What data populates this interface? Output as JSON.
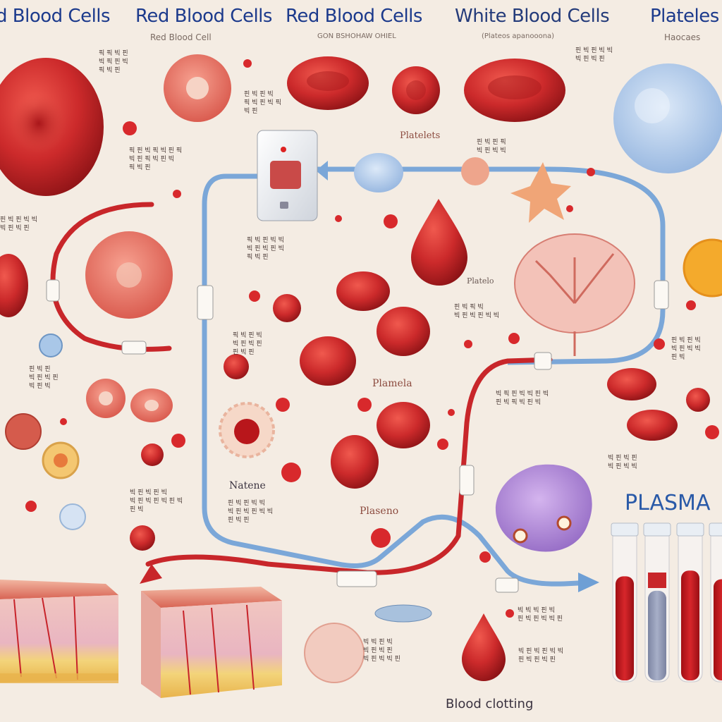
{
  "headers": {
    "h1": "d Blood Cells",
    "h2": "Red Blood Cells",
    "h3": "Red Blood Cells",
    "h4": "White Blood Cells",
    "h5": "Plateles"
  },
  "subheaders": {
    "s2": "Red Blood Cell",
    "s3": "GON BSHOHAW OHIEL",
    "s4": "(Plateos apanooona)",
    "s5": "Haocaes"
  },
  "inline_labels": {
    "platelets_top": "Platelets",
    "plamelo": "Plamela",
    "platelo_small": "Platelo",
    "natene": "Natene",
    "plaseno": "Plaseno",
    "plasma": "PLASMA",
    "blood_clotting": "Blood clotting"
  },
  "notes": [
    "픽 픽 빅 핀\n빅 픽 핀 빅\n픽 빅 핀",
    "핀 빅 핀 빅\n픽 빅 핀 빅 픽\n빅 핀",
    "픽 핀 빅 픽 빅 핀 픽\n빅 핀 픽 빅 핀 빅\n픽 빅 핀",
    "핀 빅 핀 빅 빅\n빅 핀 빅 핀",
    "핀 빅 핀 픽\n빅 핀 빅 빅",
    "픽 빅 핀 빅 빅\n빅 핀 빅 핀 빅\n픽 빅 핀",
    "핀 빅 픽 빅\n빅 핀 빅 핀 빅 빅",
    "픽 빅 핀 빅\n빅 핀 빅 핀\n핀 빅 핀",
    "빅 픽 핀 빅 빅 핀 빅\n핀 빅 픽 빅 핀 빅",
    "핀 빅 핀 빅\n빅 핀 빅 빅\n핀 빅",
    "빅 핀 빅 핀\n빅 핀 빅 빅",
    "핀 빅 핀\n빅 핀 빅 핀\n빅 핀 빅",
    "빅 핀 빅 핀 빅\n빅 핀 빅 핀 빅 핀 빅\n핀 빅",
    "핀 빅 핀 빅 빅\n빅 핀 빅 핀 빅 빅\n핀 빅 핀",
    "빅 빅 빅 핀 빅\n핀 빅 핀 빅 빅 핀",
    "빅 빅 핀 빅\n빅 핀 빅 핀\n빅 핀 빅 빅 핀",
    "빅 핀 빅 핀 빅 빅\n핀 빅 핀 빅 핀",
    "핀 빅 핀 빅 빅\n빅 핀 빅 핀"
  ],
  "tube_levels": [
    0.72,
    0.62,
    0.76,
    0.7
  ],
  "colors": {
    "background": "#f4ece3",
    "red_cell": "#c8262a",
    "plasma_line": "#7aa6d6",
    "artery": "#c8262a"
  }
}
